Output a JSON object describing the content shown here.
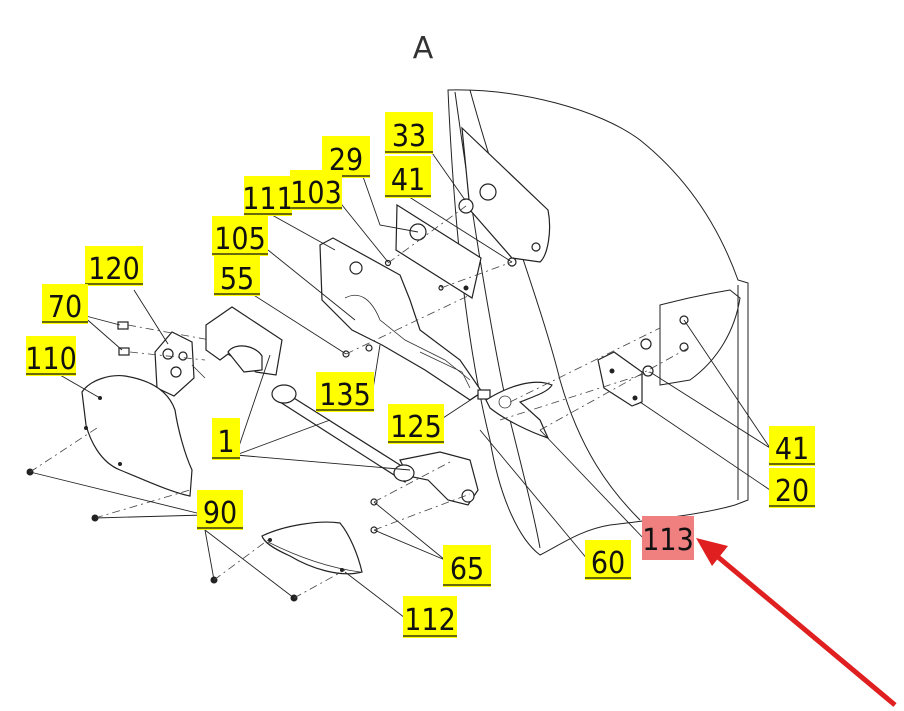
{
  "view_label": "A",
  "highlight_color": "#f08080",
  "tag_color": "#ffff00",
  "arrow_color": "#e02020",
  "callouts": {
    "c33": "33",
    "c29": "29",
    "c41_top": "41",
    "c111": "111",
    "c103": "103",
    "c105": "105",
    "c55": "55",
    "c120": "120",
    "c70": "70",
    "c110": "110",
    "c135": "135",
    "c125": "125",
    "c1": "1",
    "c90": "90",
    "c65": "65",
    "c112": "112",
    "c60": "60",
    "c113": "113",
    "c41_right": "41",
    "c20": "20"
  }
}
